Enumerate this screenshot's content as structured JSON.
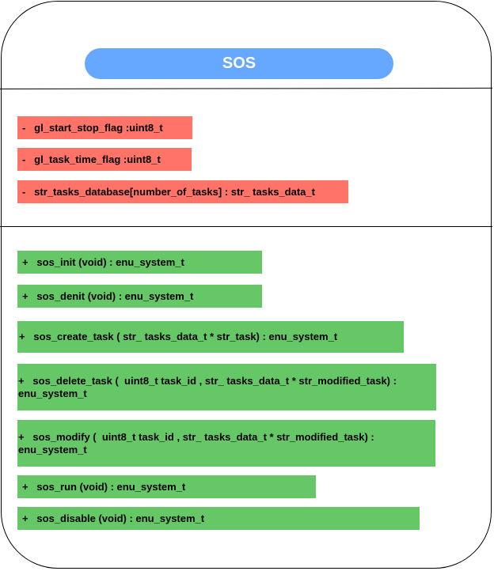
{
  "class": {
    "title": "SOS",
    "attributes": [
      "-   gl_start_stop_flag :uint8_t",
      "-   gl_task_time_flag :uint8_t",
      "-   str_tasks_database[number_of_tasks] : str_ tasks_data_t"
    ],
    "methods": [
      "+   sos_init (void) : enu_system_t",
      "+   sos_denit (void) : enu_system_t",
      "+   sos_create_task ( str_ tasks_data_t * str_task) : enu_system_t",
      "+   sos_delete_task (  uint8_t task_id , str_ tasks_data_t * str_modified_task) : enu_system_t",
      "+   sos_modify (  uint8_t task_id , str_ tasks_data_t * str_modified_task) : enu_system_t",
      "+   sos_run (void) : enu_system_t",
      "+   sos_disable (void) : enu_system_t"
    ]
  },
  "colors": {
    "title_fill": "#66a8ff",
    "attribute_fill": "#ff7369",
    "method_fill": "#66c766"
  }
}
